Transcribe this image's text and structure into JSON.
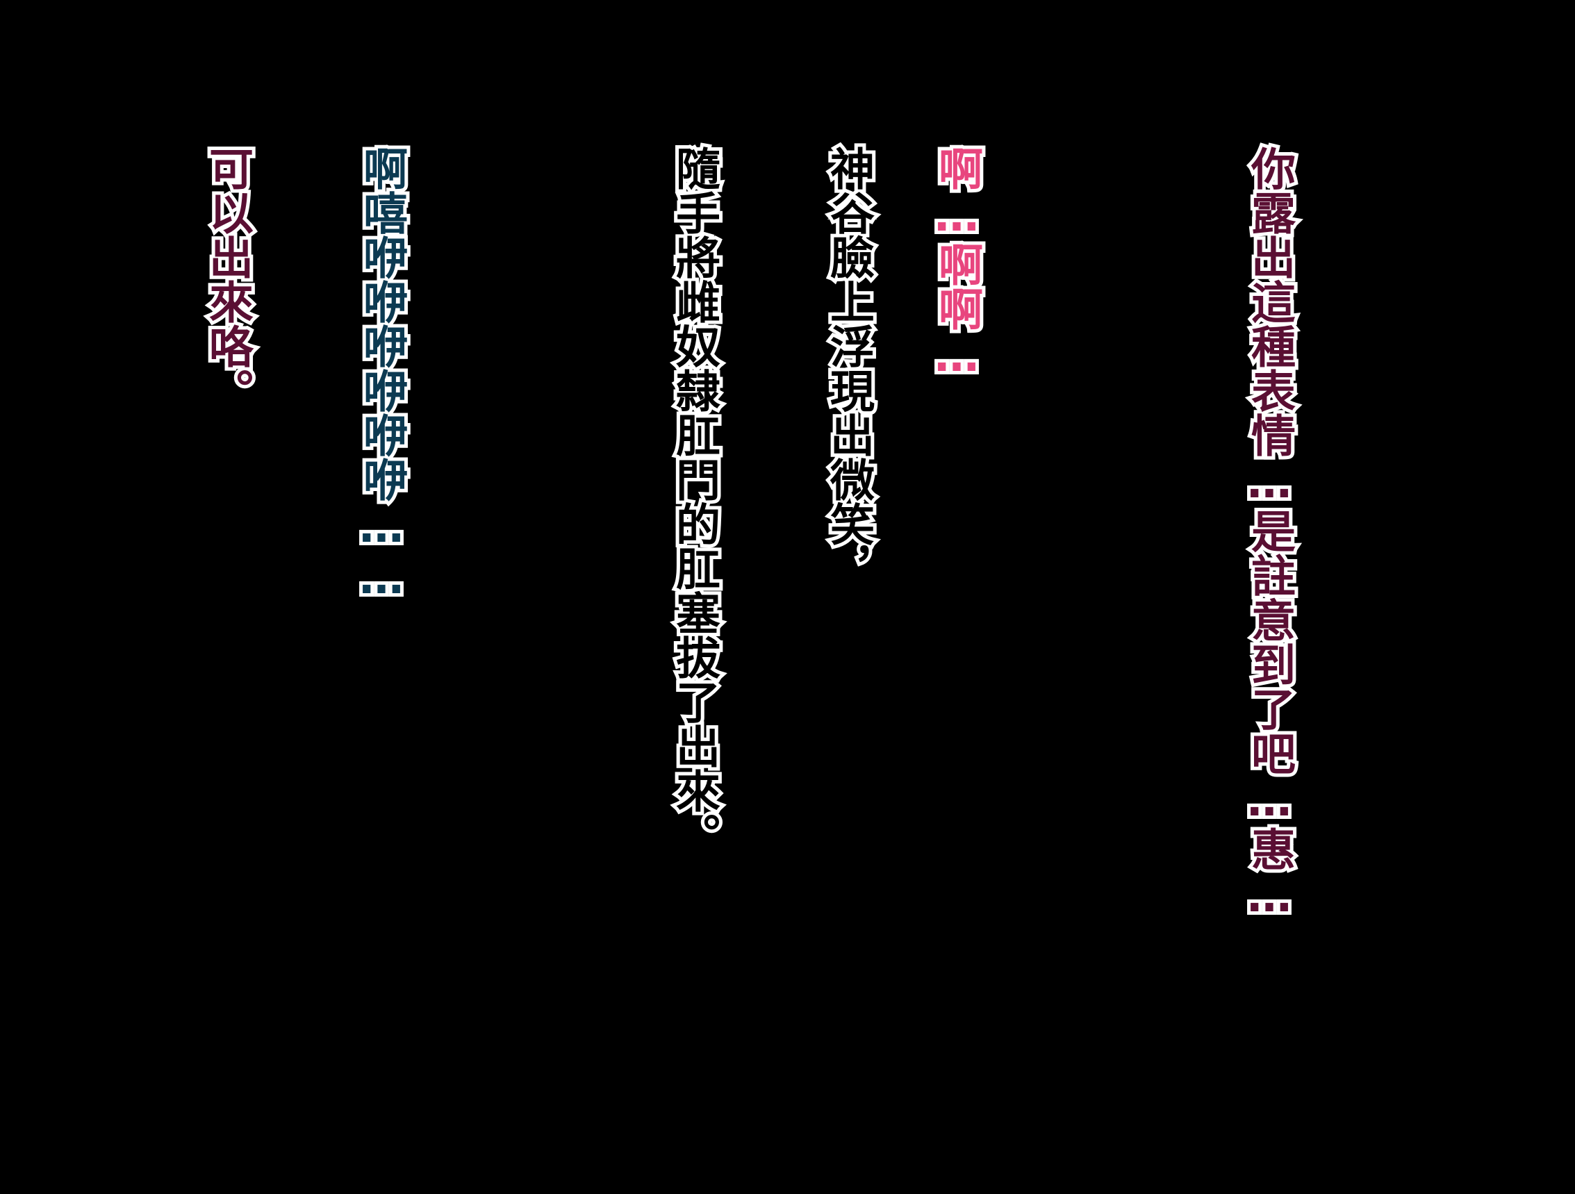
{
  "dialogue": [
    {
      "text": "你露出這種表情…是註意到了吧…惠…",
      "color": "#5a0f33"
    },
    {
      "text": "啊…啊啊…",
      "color": "#e8457e"
    },
    {
      "lines": [
        "神谷臉上浮現出微笑，",
        "隨手將雌奴隸肛門的肛塞拔了出來。"
      ],
      "color": "#000000"
    },
    {
      "text": "啊嘻咿咿咿咿咿咿……",
      "color": "#0c3a52"
    },
    {
      "text": "可以出來咯。",
      "color": "#5a0f33"
    }
  ]
}
